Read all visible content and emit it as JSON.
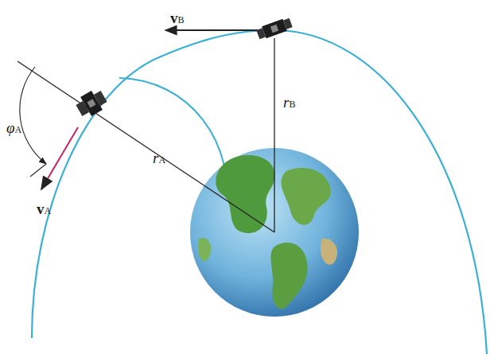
{
  "diagram": {
    "labels": [
      "vB",
      "rB",
      "φA",
      "rA",
      "vA"
    ]
  }
}
